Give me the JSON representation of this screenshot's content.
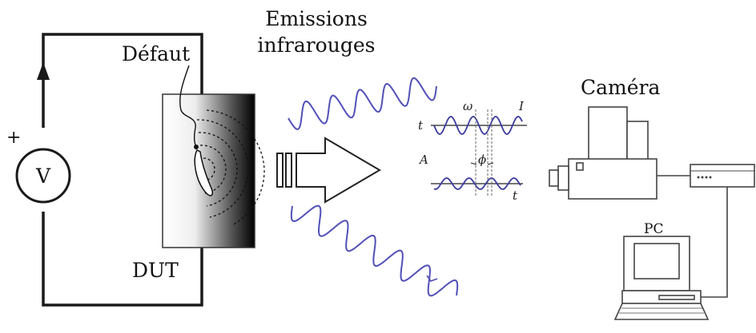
{
  "labels": {
    "defect": "Défaut",
    "dut": "DUT",
    "voltage": "V",
    "plus": "+",
    "emissions_line1": "Emissions",
    "emissions_line2": "infrarouges",
    "camera": "Caméra",
    "pc": "PC"
  },
  "signal_labels": {
    "t_top": "t",
    "omega": "ω",
    "i": "I",
    "a": "A",
    "phi": "ϕ",
    "t_bottom": "t"
  },
  "colors": {
    "wave": "#5050b8",
    "line": "#1a1a1a",
    "equipment": "#444444"
  }
}
